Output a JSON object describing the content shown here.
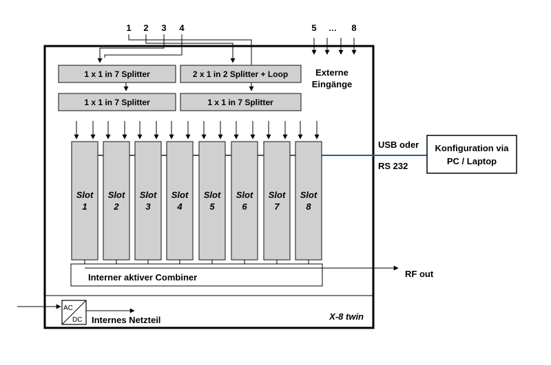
{
  "inputs": {
    "labels": [
      "1",
      "2",
      "3",
      "4"
    ],
    "ext_left": "5",
    "ext_dots": "…",
    "ext_right": "8"
  },
  "external_inputs_label_line1": "Externe",
  "external_inputs_label_line2": "Eingänge",
  "splitters": {
    "top_left": "1 x 1 in 7 Splitter",
    "top_right": "2 x 1 in 2 Splitter + Loop",
    "bottom_left": "1 x 1 in 7 Splitter",
    "bottom_right": "1 x 1 in 7 Splitter"
  },
  "slots": [
    {
      "word": "Slot",
      "num": "1"
    },
    {
      "word": "Slot",
      "num": "2"
    },
    {
      "word": "Slot",
      "num": "3"
    },
    {
      "word": "Slot",
      "num": "4"
    },
    {
      "word": "Slot",
      "num": "5"
    },
    {
      "word": "Slot",
      "num": "6"
    },
    {
      "word": "Slot",
      "num": "7"
    },
    {
      "word": "Slot",
      "num": "8"
    }
  ],
  "combiner_label": "Interner aktiver Combiner",
  "rf_out_label": "RF out",
  "usb_label": "USB oder",
  "rs232_label": "RS 232",
  "config_line1": "Konfiguration via",
  "config_line2": "PC / Laptop",
  "psu": {
    "ac": "AC",
    "dc": "DC",
    "label": "Internes Netzteil"
  },
  "device_name": "X-8 twin",
  "colors": {
    "bus_line": "#2a5a9a",
    "box_fill": "#d0d0d0"
  }
}
